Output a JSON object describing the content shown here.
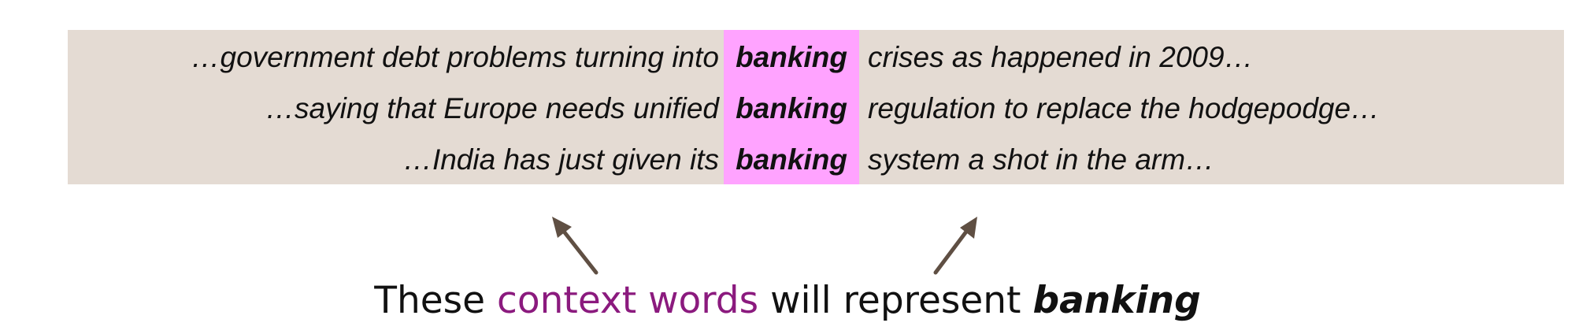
{
  "colors": {
    "panel_background": "#e4dbd3",
    "target_highlight": "#ffa3ff",
    "arrow": "#5f4f43",
    "context_words_accent": "#8b1a7e",
    "text": "#111111"
  },
  "concordance": {
    "rows": [
      {
        "left": "…government debt problems turning into",
        "target": "banking",
        "right": "crises as happened in 2009…"
      },
      {
        "left": "…saying that Europe needs unified",
        "target": "banking",
        "right": "regulation to replace the hodgepodge…"
      },
      {
        "left": "…India has just given its",
        "target": "banking",
        "right": "system a shot in the arm…"
      }
    ]
  },
  "arrows": [
    {
      "name": "left-context-arrow",
      "points_to": "left context words"
    },
    {
      "name": "right-context-arrow",
      "points_to": "right context words"
    }
  ],
  "caption": {
    "part1": "These ",
    "context_words": "context words",
    "part2": " will represent ",
    "target": "banking"
  }
}
